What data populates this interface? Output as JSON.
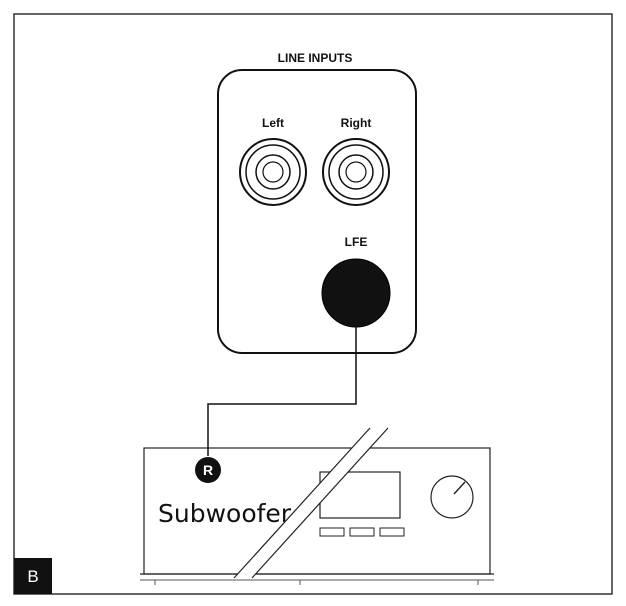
{
  "panel": {
    "title": "LINE INPUTS",
    "left_label": "Left",
    "right_label": "Right",
    "lfe_label": "LFE"
  },
  "device": {
    "r_marker": "R",
    "name": "Subwoofer"
  },
  "figure": {
    "letter": "B"
  }
}
